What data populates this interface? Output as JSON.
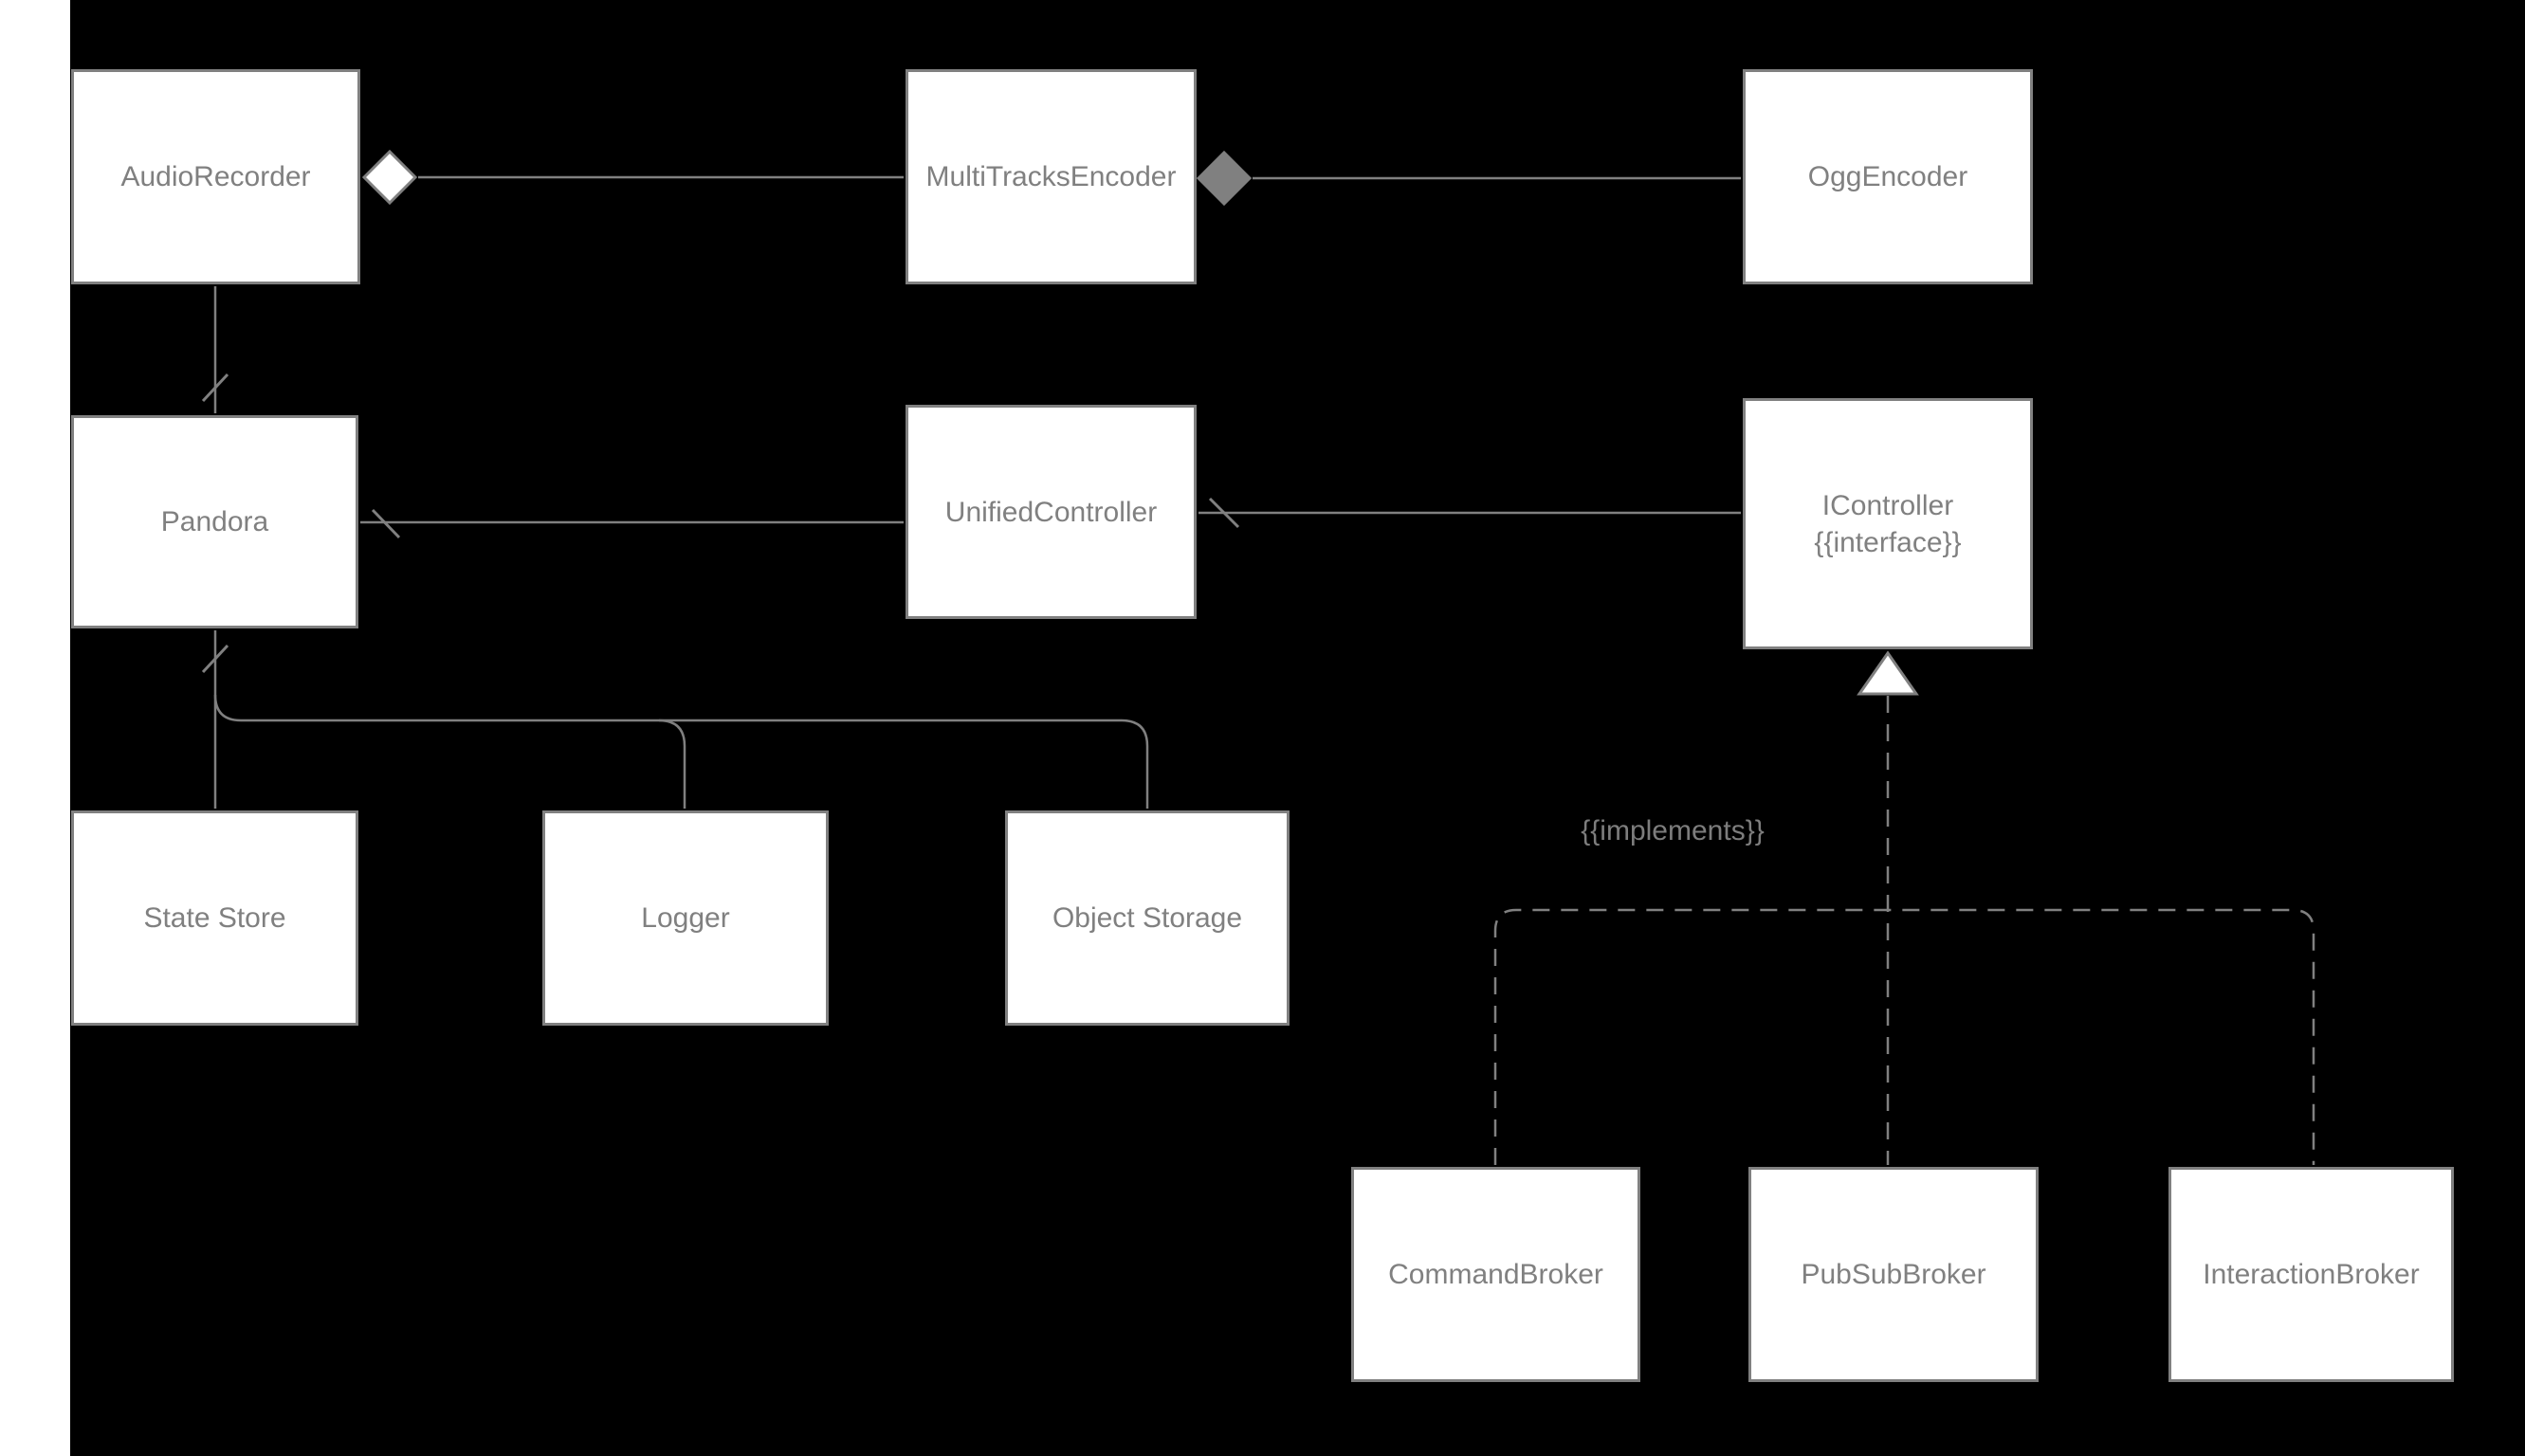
{
  "diagram": {
    "type": "uml-class-diagram",
    "colors": {
      "page_background": "#ffffff",
      "canvas_background": "#000000",
      "node_fill": "#ffffff",
      "node_border": "#808080",
      "node_text": "#808080",
      "connector": "#808080"
    },
    "nodes": [
      {
        "id": "AudioRecorder",
        "label": "AudioRecorder"
      },
      {
        "id": "MultiTracksEncoder",
        "label": "MultiTracksEncoder"
      },
      {
        "id": "OggEncoder",
        "label": "OggEncoder"
      },
      {
        "id": "Pandora",
        "label": "Pandora"
      },
      {
        "id": "UnifiedController",
        "label": "UnifiedController"
      },
      {
        "id": "IController",
        "label": "IController",
        "stereotype": "{{interface}}"
      },
      {
        "id": "StateStore",
        "label": "State Store"
      },
      {
        "id": "Logger",
        "label": "Logger"
      },
      {
        "id": "ObjectStorage",
        "label": "Object Storage"
      },
      {
        "id": "CommandBroker",
        "label": "CommandBroker"
      },
      {
        "id": "PubSubBroker",
        "label": "PubSubBroker"
      },
      {
        "id": "InteractionBroker",
        "label": "InteractionBroker"
      }
    ],
    "edges": [
      {
        "from": "AudioRecorder",
        "to": "MultiTracksEncoder",
        "type": "aggregation-hollow-diamond"
      },
      {
        "from": "MultiTracksEncoder",
        "to": "OggEncoder",
        "type": "composition-filled-diamond"
      },
      {
        "from": "AudioRecorder",
        "to": "Pandora",
        "type": "association-tick"
      },
      {
        "from": "Pandora",
        "to": "UnifiedController",
        "type": "association-tick"
      },
      {
        "from": "UnifiedController",
        "to": "IController",
        "type": "association-tick"
      },
      {
        "from": "Pandora",
        "to": "StateStore",
        "type": "association-tick"
      },
      {
        "from": "Pandora",
        "to": "Logger",
        "type": "association"
      },
      {
        "from": "Pandora",
        "to": "ObjectStorage",
        "type": "association"
      },
      {
        "from": "CommandBroker",
        "to": "IController",
        "type": "realization-dashed"
      },
      {
        "from": "PubSubBroker",
        "to": "IController",
        "type": "realization-dashed"
      },
      {
        "from": "InteractionBroker",
        "to": "IController",
        "type": "realization-dashed"
      }
    ],
    "edge_label": "{{implements}}"
  }
}
